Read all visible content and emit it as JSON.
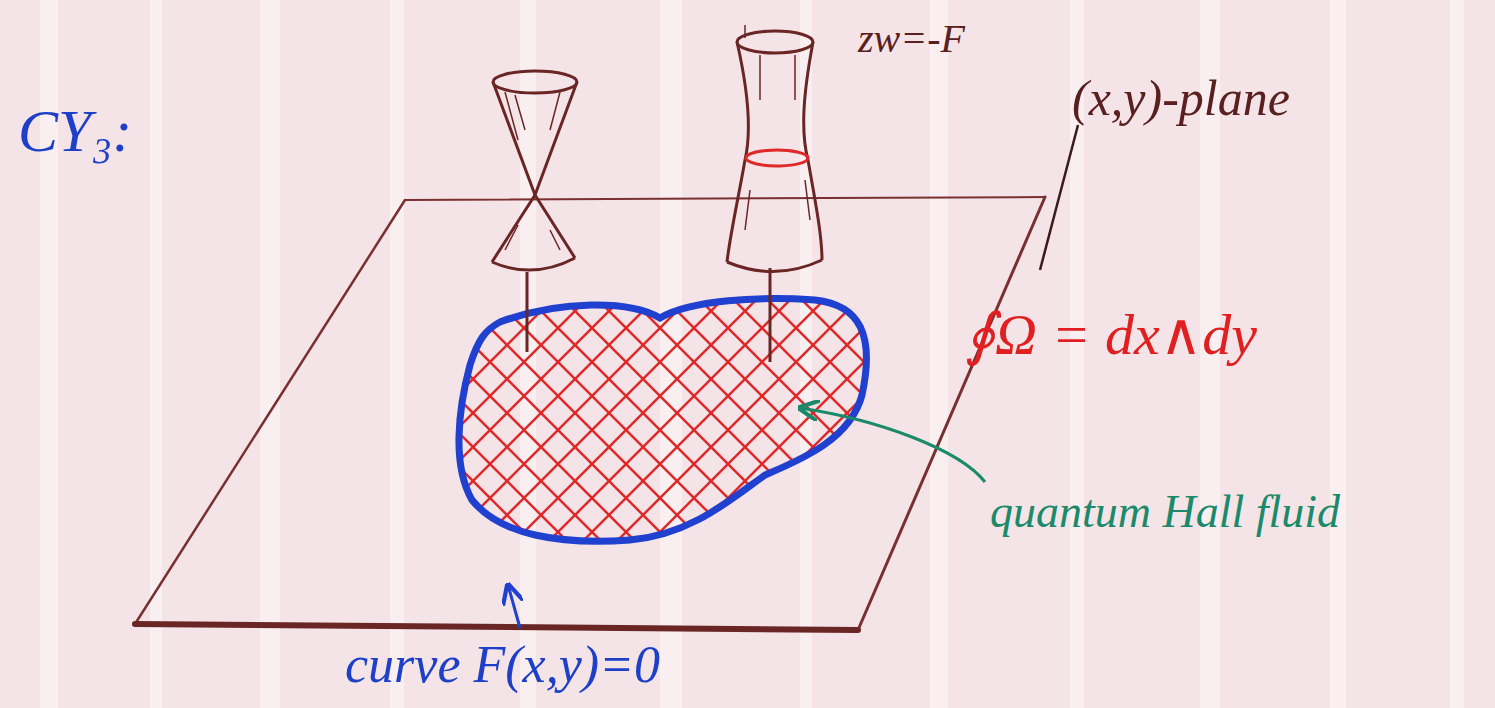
{
  "diagram": {
    "labels": [
      "CY₃:",
      "zw=-F",
      "(x,y)-plane",
      "∮Ω = dx∧dy",
      "quantum Hall fluid",
      "curve F(x,y)=0"
    ]
  }
}
